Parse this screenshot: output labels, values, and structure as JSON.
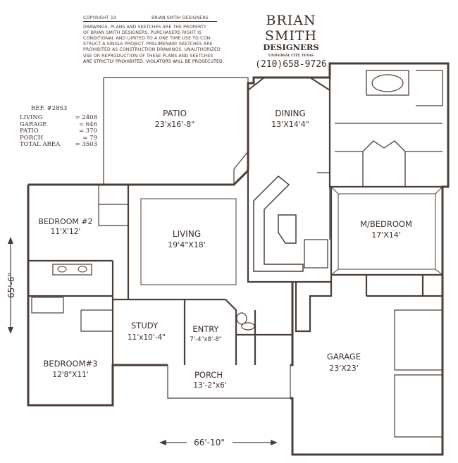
{
  "copyright": {
    "header_left": "COPYRIGHT 19",
    "header_right": "BRIAN SMTIH DESIGNERS",
    "lines": [
      "DRAWINGS, PLANS AND SKETCHES ARE THE PROPERTY",
      "OF BRIAN SMITH DESIGNERS.  PURCHASERS RIGHT IS",
      "CONDITIONAL AND LIMITED TO A ONE TIME USE TO CON-",
      "STRUCT A SINGLE PROJECT.  PRELIMENARY SKETCHES ARE",
      "PROHIBITED AS CONSTRUCTION DRAWINGS.  UNAUTHORIZED",
      "USE OR REPRODUCTION OF THESE PLANS AND SKETCHES",
      "ARE STRICTLY PROHIBITED.  VIOLATORS WILL BE PROSECUTED."
    ]
  },
  "brand": {
    "name": "BRIAN SMITH",
    "sub": "DESIGNERS",
    "location": "UNIVERSAL CITY, TEXAS",
    "phone": "(210)658-9726"
  },
  "areas": {
    "ref": "REF. #2853",
    "rows": [
      {
        "label": "LIVING",
        "value": "= 2408"
      },
      {
        "label": "GARAGE",
        "value": "= 646"
      },
      {
        "label": "PATIO",
        "value": "= 370"
      },
      {
        "label": "PORCH",
        "value": "= 79"
      },
      {
        "label": "TOTAL AREA",
        "value": "= 3503"
      }
    ]
  },
  "rooms": {
    "patio": {
      "name": "PATIO",
      "size": "23'x16'-8\""
    },
    "dining": {
      "name": "DINING",
      "size": "13'X14'4\""
    },
    "bedroom2": {
      "name": "BEDROOM #2",
      "size": "11'X'12'"
    },
    "living": {
      "name": "LIVING",
      "size": "19'4\"X18'"
    },
    "master": {
      "name": "M/BEDROOM",
      "size": "17'X14'"
    },
    "study": {
      "name": "STUDY",
      "size": "11'x10'-4\""
    },
    "entry": {
      "name": "ENTRY",
      "size": "7'-4\"x8'-8\""
    },
    "bedroom3": {
      "name": "BEDROOM#3",
      "size": "12'8\"X11'"
    },
    "porch": {
      "name": "PORCH",
      "size": "13'-2\"x6'"
    },
    "garage": {
      "name": "GARAGE",
      "size": "23'X23'"
    }
  },
  "dimensions": {
    "depth": "65'-6\"",
    "width": "66'-10\""
  },
  "colors": {
    "ink": "#3a2f2a"
  }
}
